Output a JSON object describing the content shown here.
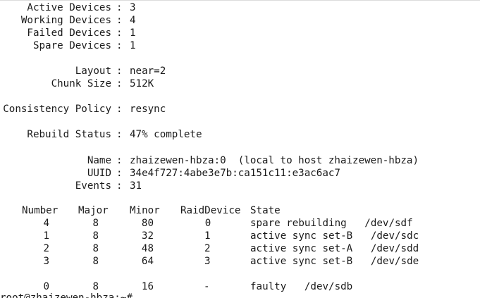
{
  "summary": [
    {
      "key": "Active Devices",
      "value": "3"
    },
    {
      "key": "Working Devices",
      "value": "4"
    },
    {
      "key": "Failed Devices",
      "value": "1"
    },
    {
      "key": "Spare Devices",
      "value": "1"
    },
    {
      "key": "Layout",
      "value": "near=2"
    },
    {
      "key": "Chunk Size",
      "value": "512K"
    },
    {
      "key": "Consistency Policy",
      "value": "resync"
    },
    {
      "key": "Rebuild Status",
      "value": "47% complete"
    },
    {
      "key": "Name",
      "value": "zhaizewen-hbza:0  (local to host zhaizewen-hbza)"
    },
    {
      "key": "UUID",
      "value": "34e4f727:4abe3e7b:ca151c11:e3ac6ac7"
    },
    {
      "key": "Events",
      "value": "31"
    }
  ],
  "table": {
    "headers": {
      "number": "Number",
      "major": "Major",
      "minor": "Minor",
      "raid": "RaidDevice",
      "state": "State"
    },
    "rows": [
      {
        "number": "4",
        "major": "8",
        "minor": "80",
        "raid": "0",
        "state": "spare rebuilding   /dev/sdf"
      },
      {
        "number": "1",
        "major": "8",
        "minor": "32",
        "raid": "1",
        "state": "active sync set-B   /dev/sdc"
      },
      {
        "number": "2",
        "major": "8",
        "minor": "48",
        "raid": "2",
        "state": "active sync set-A   /dev/sdd"
      },
      {
        "number": "3",
        "major": "8",
        "minor": "64",
        "raid": "3",
        "state": "active sync set-B   /dev/sde"
      }
    ],
    "failed_rows": [
      {
        "number": "0",
        "major": "8",
        "minor": "16",
        "raid": "-",
        "state": "faulty   /dev/sdb"
      }
    ]
  },
  "prompt": "root@zhaizewen-hbza:~# "
}
